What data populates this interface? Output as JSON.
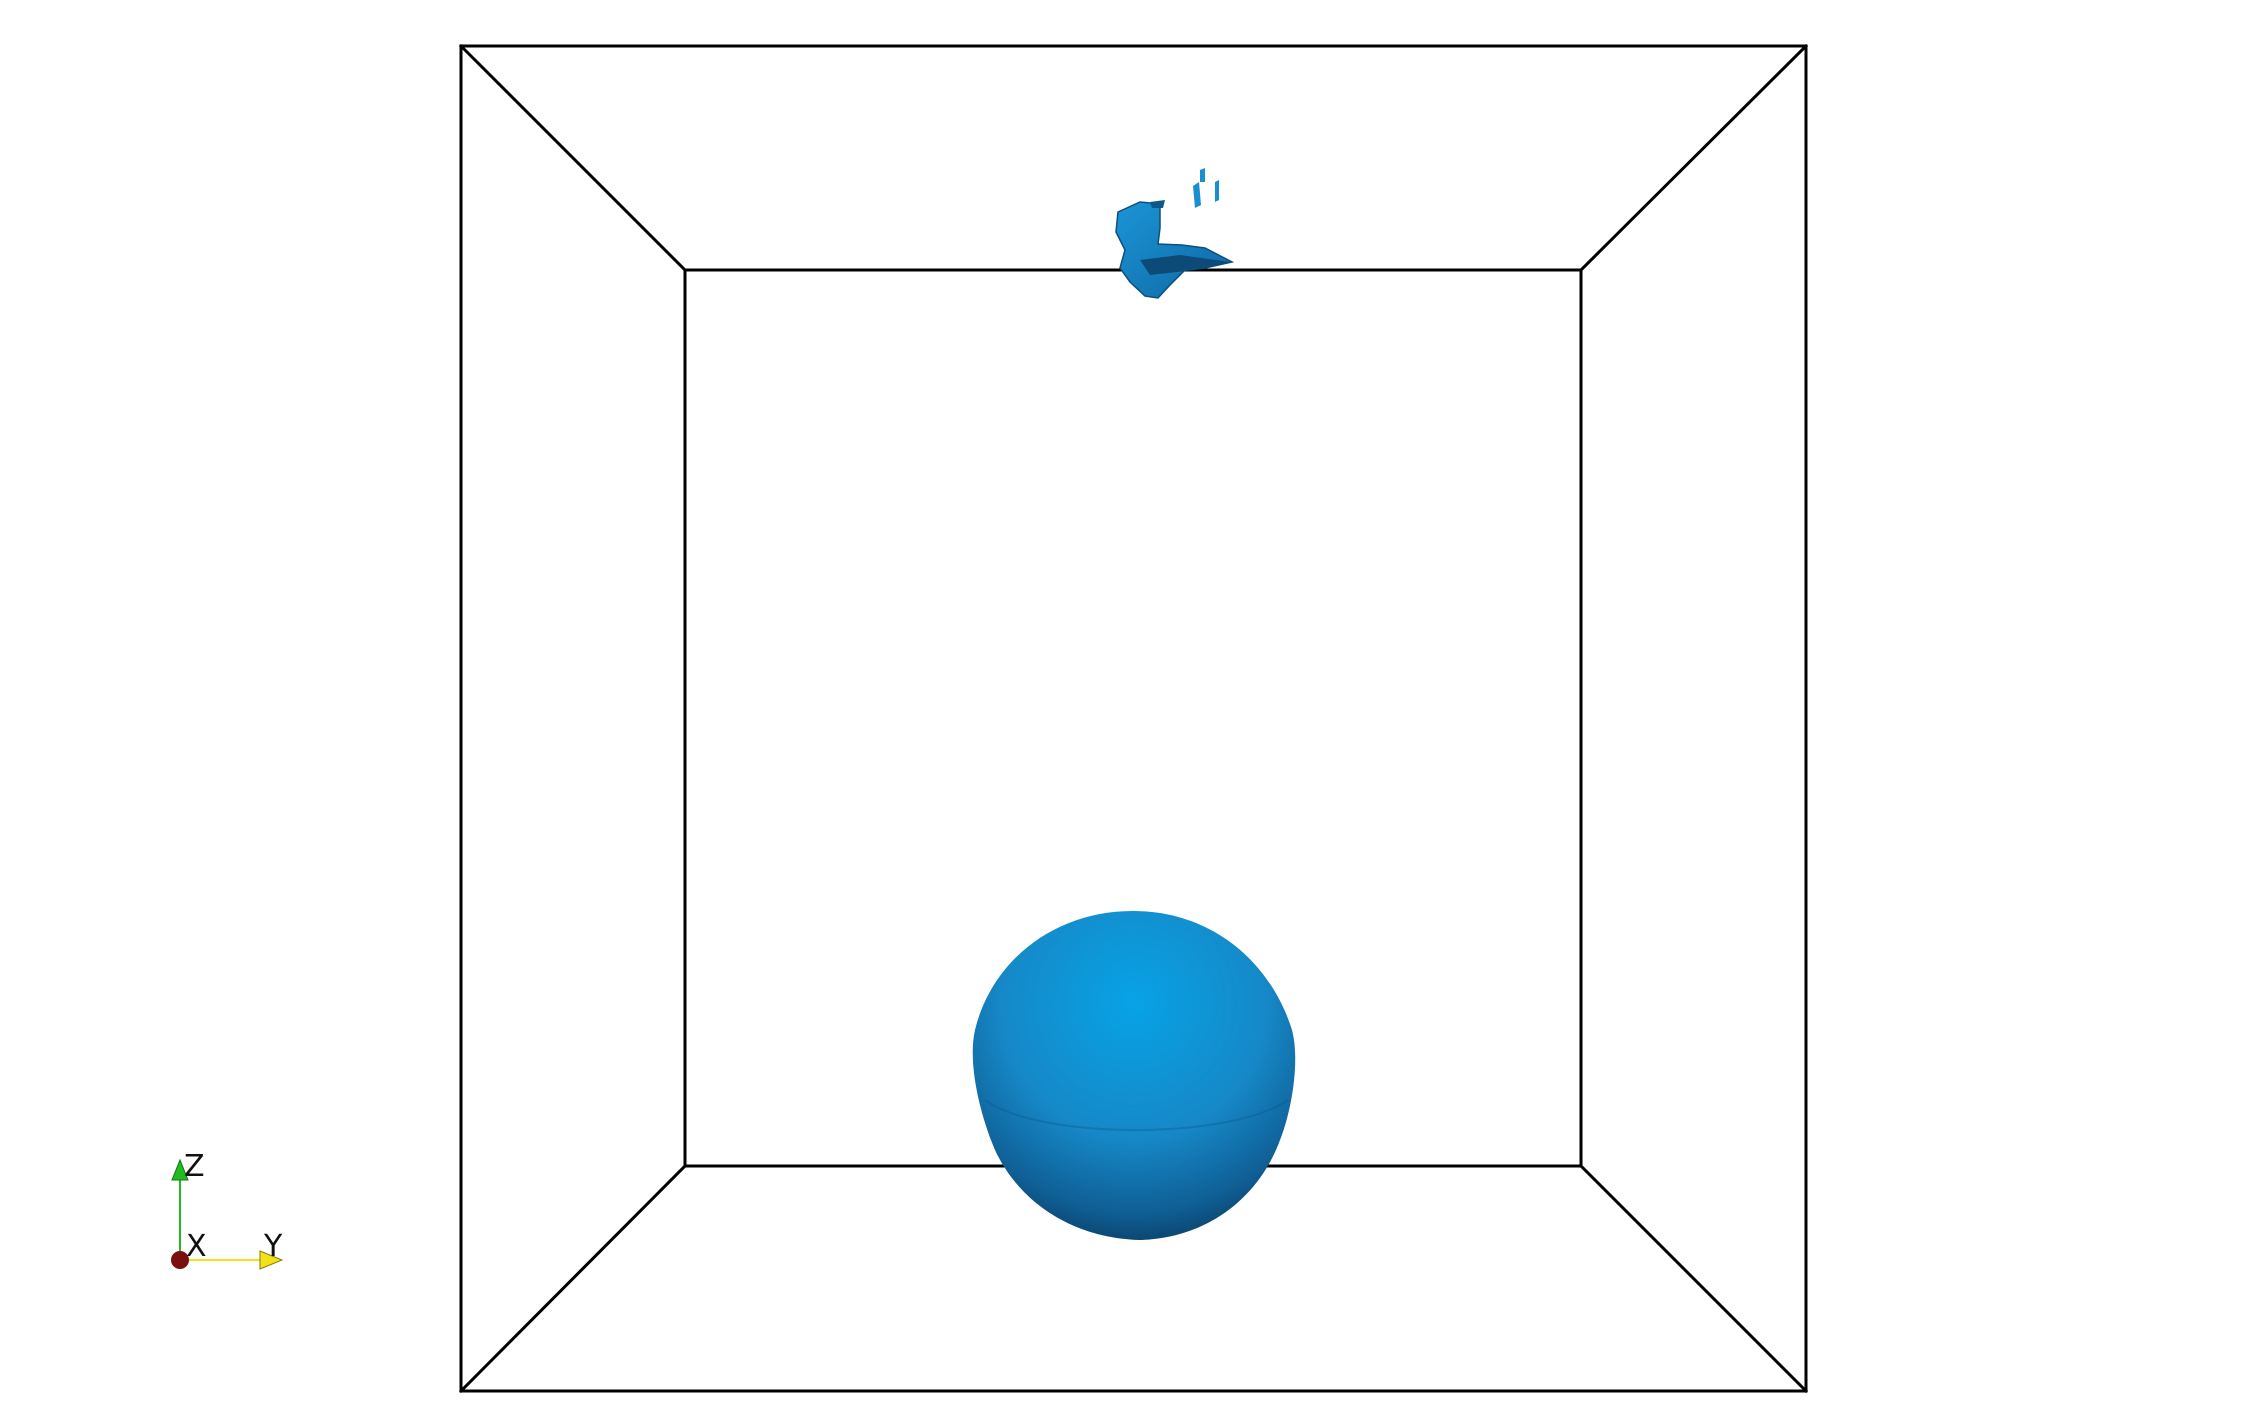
{
  "viewer": {
    "background": "#ffffff",
    "outline_color": "#000000",
    "surface_color": "#1f8fd0",
    "surface_highlight": "#0aa0e3",
    "surface_shadow": "#0c4a78"
  },
  "scene": {
    "objects": [
      {
        "name": "domain-outline-box",
        "kind": "wireframe-box"
      },
      {
        "name": "sphere-droplet",
        "kind": "isosurface-sphere"
      },
      {
        "name": "irregular-fragment",
        "kind": "isosurface-fragment"
      }
    ]
  },
  "orientation_axes": {
    "z": {
      "label": "Z",
      "color": "#22bb22"
    },
    "x": {
      "label": "X",
      "color": "#7a0f0f"
    },
    "y": {
      "label": "Y",
      "color": "#f2e21a"
    }
  }
}
